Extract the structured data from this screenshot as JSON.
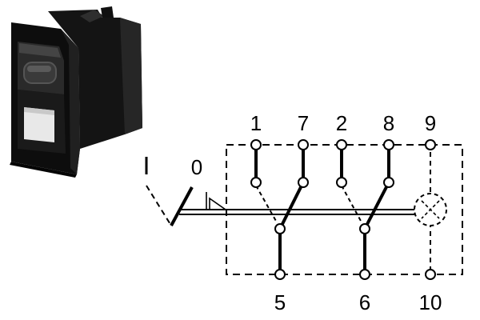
{
  "photo": {
    "subject": "rocker-switch",
    "colors": {
      "body": "#1c1c1c",
      "window": "#e8e8e8",
      "lens": "#3a3a3a"
    }
  },
  "schematic": {
    "positions": {
      "left": "I",
      "right": "0"
    },
    "terminals": {
      "top": [
        "1",
        "7",
        "2",
        "8",
        "9"
      ],
      "bottom": [
        "5",
        "6",
        "10"
      ]
    },
    "lamp_icon": "lamp-icon",
    "line_color": "#000000"
  }
}
